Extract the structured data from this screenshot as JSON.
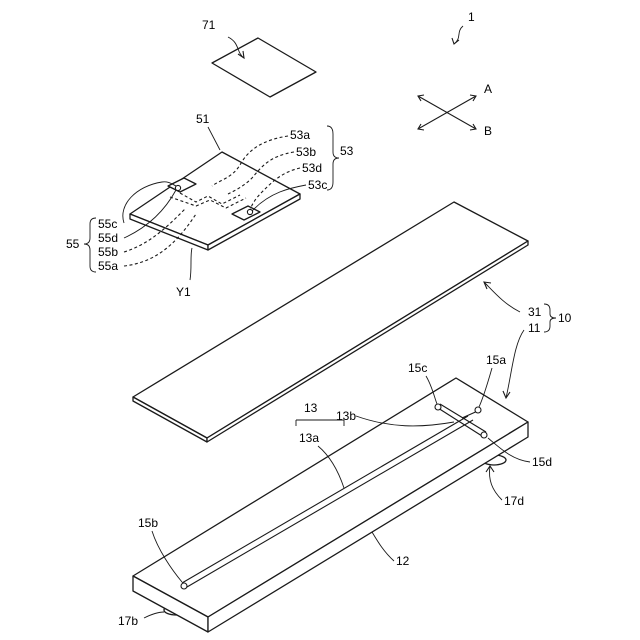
{
  "labels": {
    "device": "1",
    "dir_a": "A",
    "dir_b": "B",
    "part_71": "71",
    "part_51": "51",
    "part_53": "53",
    "part_53a": "53a",
    "part_53b": "53b",
    "part_53d": "53d",
    "part_53c": "53c",
    "part_55": "55",
    "part_55c": "55c",
    "part_55d": "55d",
    "part_55b": "55b",
    "part_55a": "55a",
    "axis_y1": "Y1",
    "part_31": "31",
    "part_11": "11",
    "part_10": "10",
    "part_13": "13",
    "part_13a": "13a",
    "part_13b": "13b",
    "part_15a": "15a",
    "part_15b": "15b",
    "part_15c": "15c",
    "part_15d": "15d",
    "part_17b": "17b",
    "part_17d": "17d",
    "part_12": "12"
  }
}
